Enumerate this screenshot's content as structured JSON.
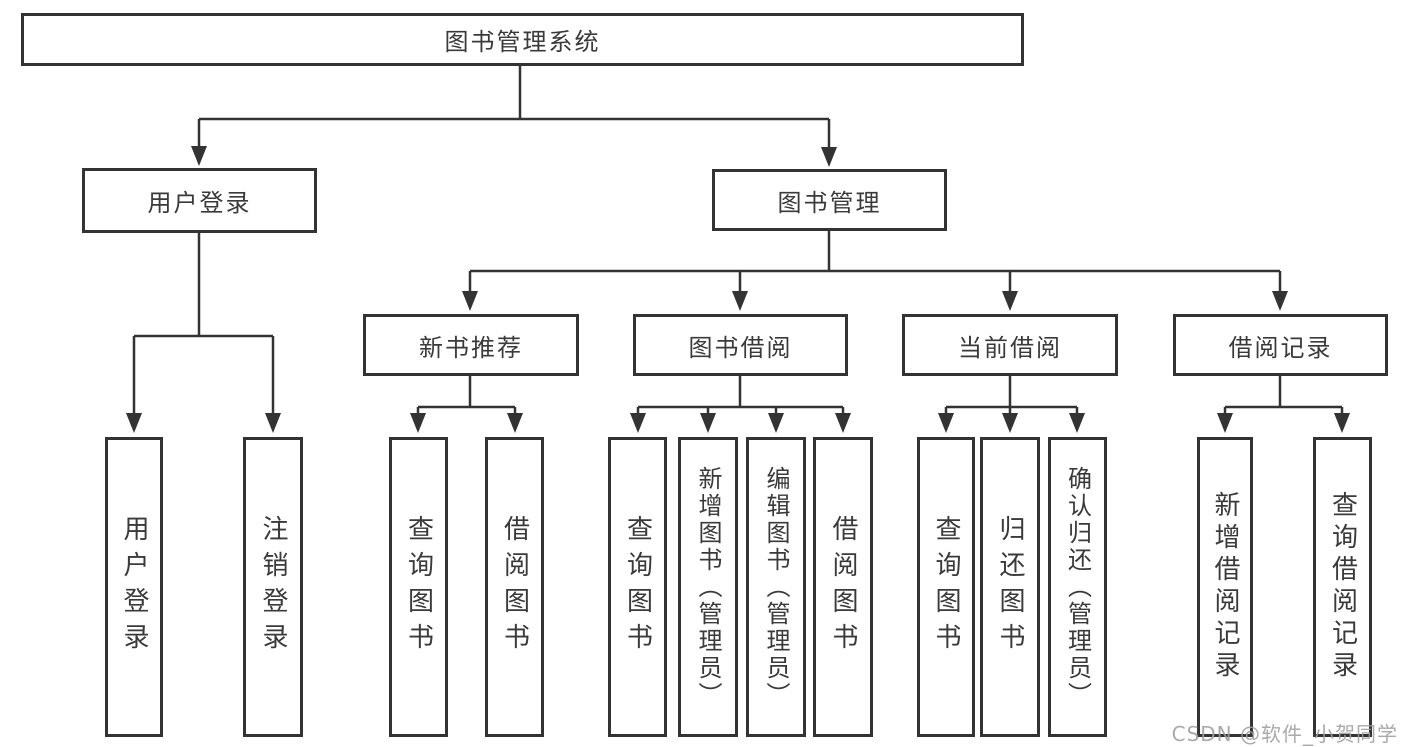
{
  "diagram": {
    "nodes": {
      "root": "图书管理系统",
      "user_login": "用户登录",
      "book_management": "图书管理",
      "new_book_recommendation": "新书推荐",
      "book_borrowing": "图书借阅",
      "current_borrowing": "当前借阅",
      "borrowing_records": "借阅记录",
      "leaf_user_login": "用户登录",
      "leaf_logout": "注销登录",
      "leaf_query_books_a": "查询图书",
      "leaf_borrow_books_a": "借阅图书",
      "leaf_query_books_b": "查询图书",
      "leaf_add_book_admin": "新增图书（管理员）",
      "leaf_edit_book_admin": "编辑图书（管理员）",
      "leaf_borrow_books_b": "借阅图书",
      "leaf_query_books_c": "查询图书",
      "leaf_return_books": "归还图书",
      "leaf_confirm_return_admin": "确认归还（管理员）",
      "leaf_add_borrow_record": "新增借阅记录",
      "leaf_query_borrow_record": "查询借阅记录"
    },
    "hierarchy": [
      {
        "parent": "图书管理系统",
        "children": [
          "用户登录",
          "图书管理"
        ]
      },
      {
        "parent": "用户登录",
        "children": [
          "用户登录",
          "注销登录"
        ]
      },
      {
        "parent": "图书管理",
        "children": [
          "新书推荐",
          "图书借阅",
          "当前借阅",
          "借阅记录"
        ]
      },
      {
        "parent": "新书推荐",
        "children": [
          "查询图书",
          "借阅图书"
        ]
      },
      {
        "parent": "图书借阅",
        "children": [
          "查询图书",
          "新增图书（管理员）",
          "编辑图书（管理员）",
          "借阅图书"
        ]
      },
      {
        "parent": "当前借阅",
        "children": [
          "查询图书",
          "归还图书",
          "确认归还（管理员）"
        ]
      },
      {
        "parent": "借阅记录",
        "children": [
          "新增借阅记录",
          "查询借阅记录"
        ]
      }
    ]
  },
  "watermark": "CSDN @软件_小贺同学",
  "colors": {
    "line": "#333333",
    "box_border": "#333333",
    "box_fill": "#ffffff",
    "text": "#3a3a3a",
    "watermark": "#9e9e9e",
    "background": "#ffffff"
  }
}
